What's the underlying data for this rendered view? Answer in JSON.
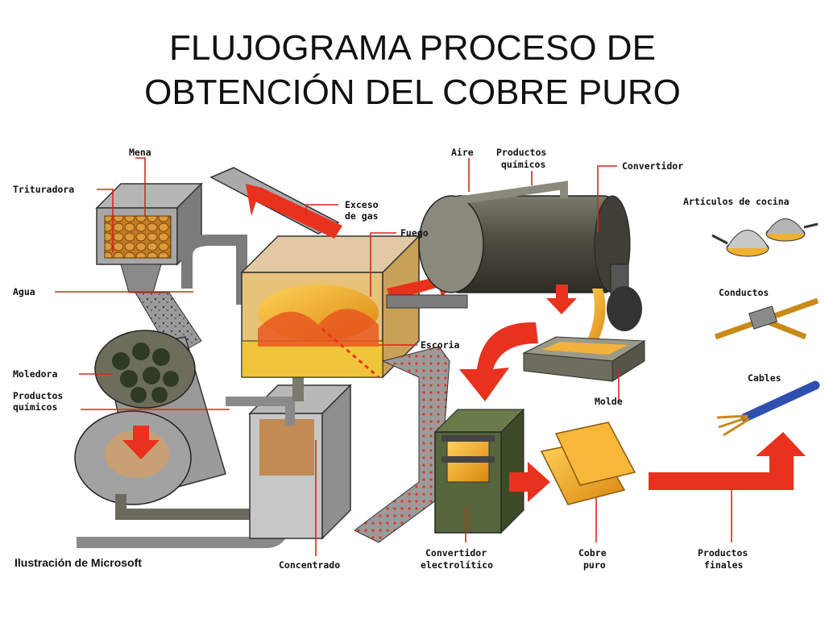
{
  "title": {
    "line1": "FLUJOGRAMA PROCESO DE",
    "line2": "OBTENCIÓN DEL COBRE PURO"
  },
  "labels": {
    "mena": "Mena",
    "trituradora": "Trituradora",
    "agua": "Agua",
    "moledora": "Moledora",
    "productos_quimicos_1": "Productos",
    "productos_quimicos_2": "químicos",
    "exceso_gas_1": "Exceso",
    "exceso_gas_2": "de gas",
    "fuego": "Fuego",
    "escoria": "Escoria",
    "aire": "Aire",
    "prod_quim_top_1": "Productos",
    "prod_quim_top_2": "químicos",
    "convertidor": "Convertidor",
    "articulos_cocina": "Artículos de cocina",
    "conductos": "Conductos",
    "cables": "Cables",
    "molde": "Molde",
    "concentrado": "Concentrado",
    "conv_electro_1": "Convertidor",
    "conv_electro_2": "electrolítico",
    "cobre_puro_1": "Cobre",
    "cobre_puro_2": "puro",
    "productos_finales_1": "Productos",
    "productos_finales_2": "finales"
  },
  "credit": "Ilustración de Microsoft",
  "colors": {
    "arrow_red": "#e8321e",
    "leader_red": "#d9261c",
    "copper": "#f2a21b",
    "machine_gray": "#8f8f8f",
    "converter_dark": "#5a5a4e",
    "electrolytic_green": "#56663c"
  }
}
